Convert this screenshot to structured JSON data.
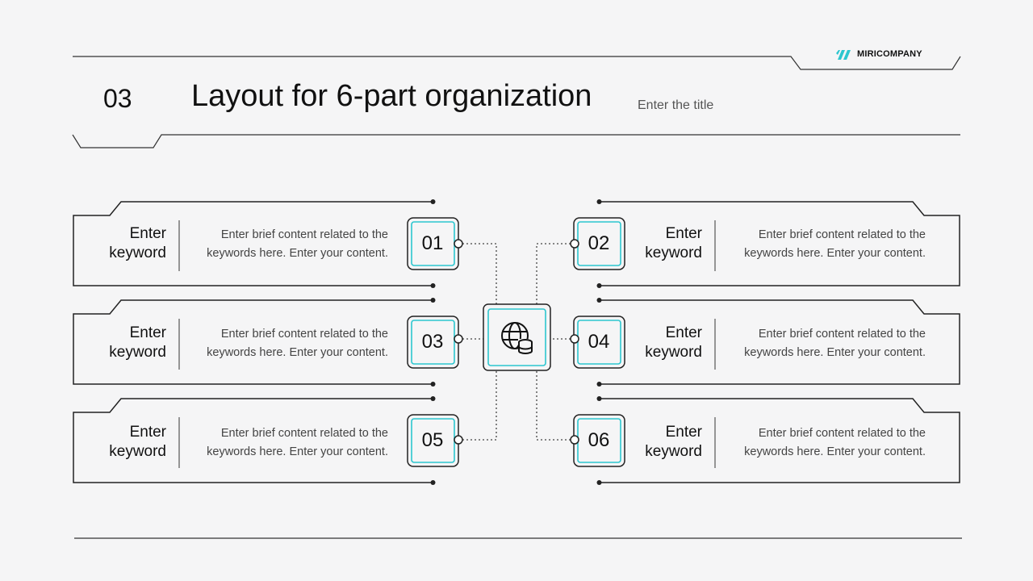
{
  "header": {
    "section_number": "03",
    "title": "Layout for 6-part organization",
    "subtitle": "Enter the title",
    "brand": "MIRICOMPANY"
  },
  "colors": {
    "accent": "#2cc6cf",
    "line": "#222222",
    "background": "#f5f5f6"
  },
  "center": {
    "icon": "globe-database-icon"
  },
  "items": [
    {
      "number": "01",
      "keyword_line1": "Enter",
      "keyword_line2": "keyword",
      "desc_line1": "Enter brief content related to the",
      "desc_line2": "keywords here. Enter your content."
    },
    {
      "number": "02",
      "keyword_line1": "Enter",
      "keyword_line2": "keyword",
      "desc_line1": "Enter brief content related to the",
      "desc_line2": "keywords here. Enter your content."
    },
    {
      "number": "03",
      "keyword_line1": "Enter",
      "keyword_line2": "keyword",
      "desc_line1": "Enter brief content related to the",
      "desc_line2": "keywords here. Enter your content."
    },
    {
      "number": "04",
      "keyword_line1": "Enter",
      "keyword_line2": "keyword",
      "desc_line1": "Enter brief content related to the",
      "desc_line2": "keywords here. Enter your content."
    },
    {
      "number": "05",
      "keyword_line1": "Enter",
      "keyword_line2": "keyword",
      "desc_line1": "Enter brief content related to the",
      "desc_line2": "keywords here. Enter your content."
    },
    {
      "number": "06",
      "keyword_line1": "Enter",
      "keyword_line2": "keyword",
      "desc_line1": "Enter brief content related to the",
      "desc_line2": "keywords here. Enter your content."
    }
  ]
}
